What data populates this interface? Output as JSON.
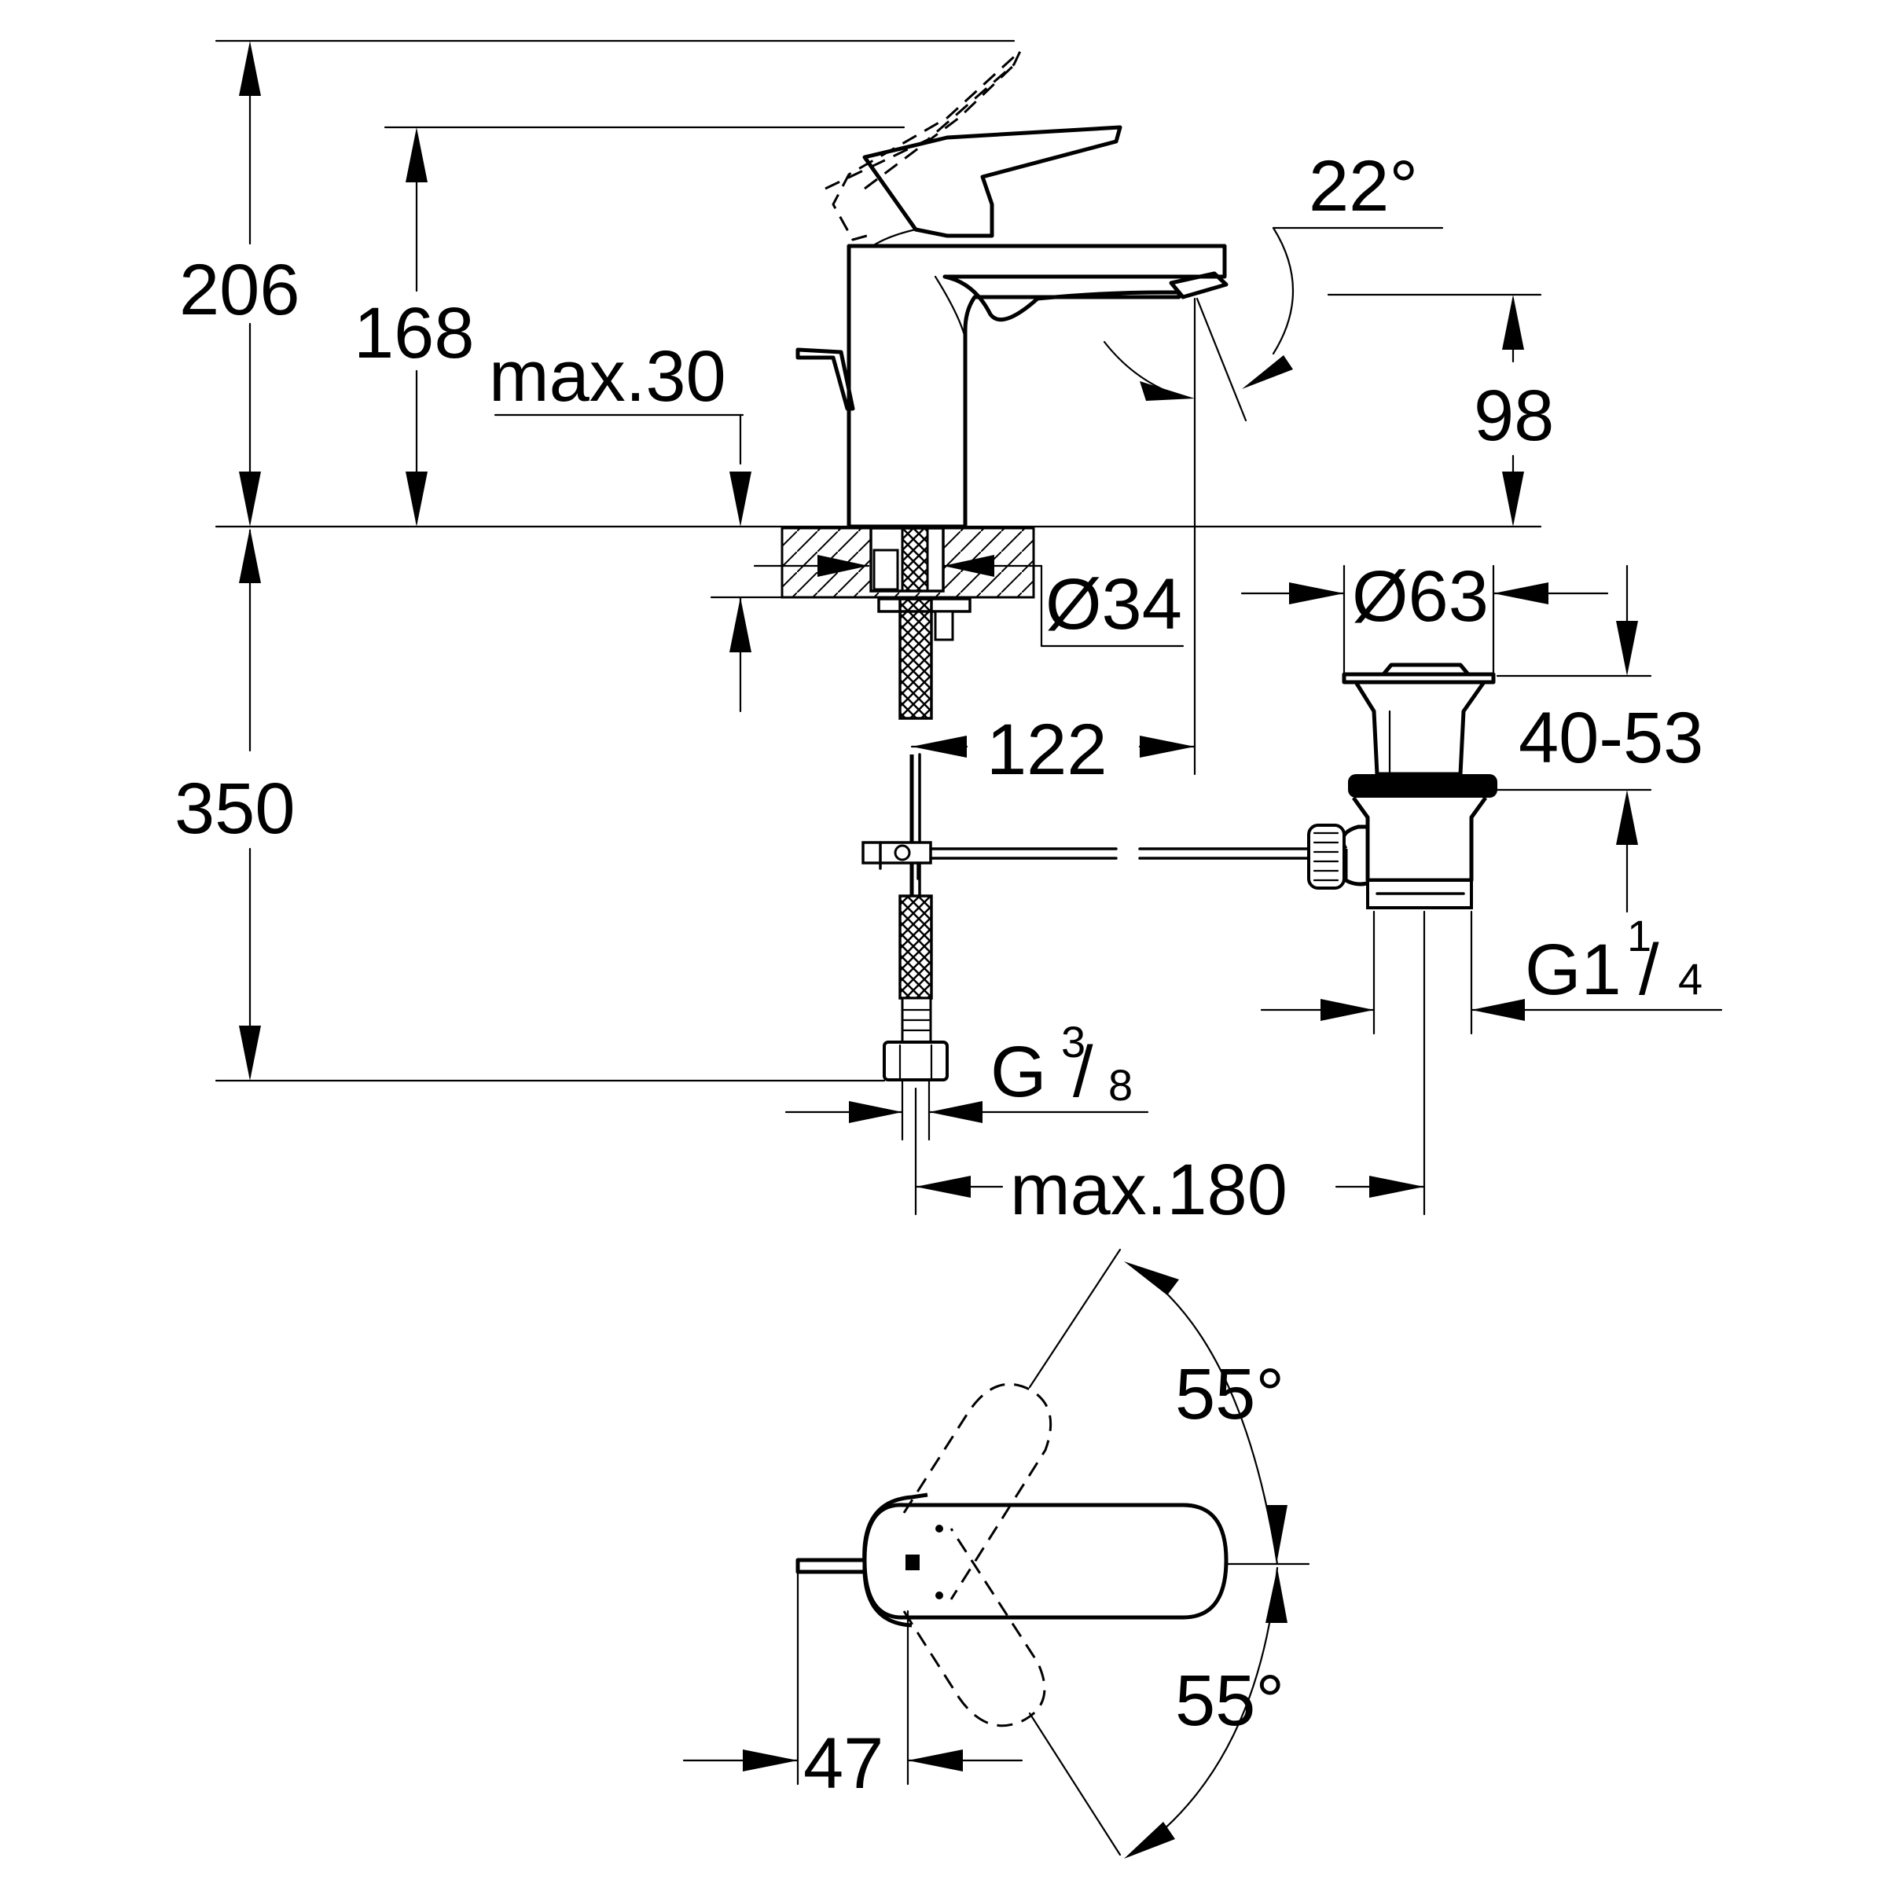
{
  "dimensions": {
    "total_height": "206",
    "lever_height": "168",
    "deck_thickness": "max.30",
    "spout_height": "98",
    "spout_angle": "22°",
    "hole_diameter": "Ø34",
    "waste_diameter": "Ø63",
    "waste_adjust": "40-53",
    "spout_projection": "122",
    "hose_length": "350",
    "hose_thread": {
      "main": "G",
      "num": "3",
      "den": "8"
    },
    "waste_thread": {
      "main": "G1",
      "num": "1",
      "den": "4"
    },
    "waste_offset": "max.180",
    "rotation_up": "55°",
    "rotation_down": "55°",
    "lever_offset": "47"
  }
}
